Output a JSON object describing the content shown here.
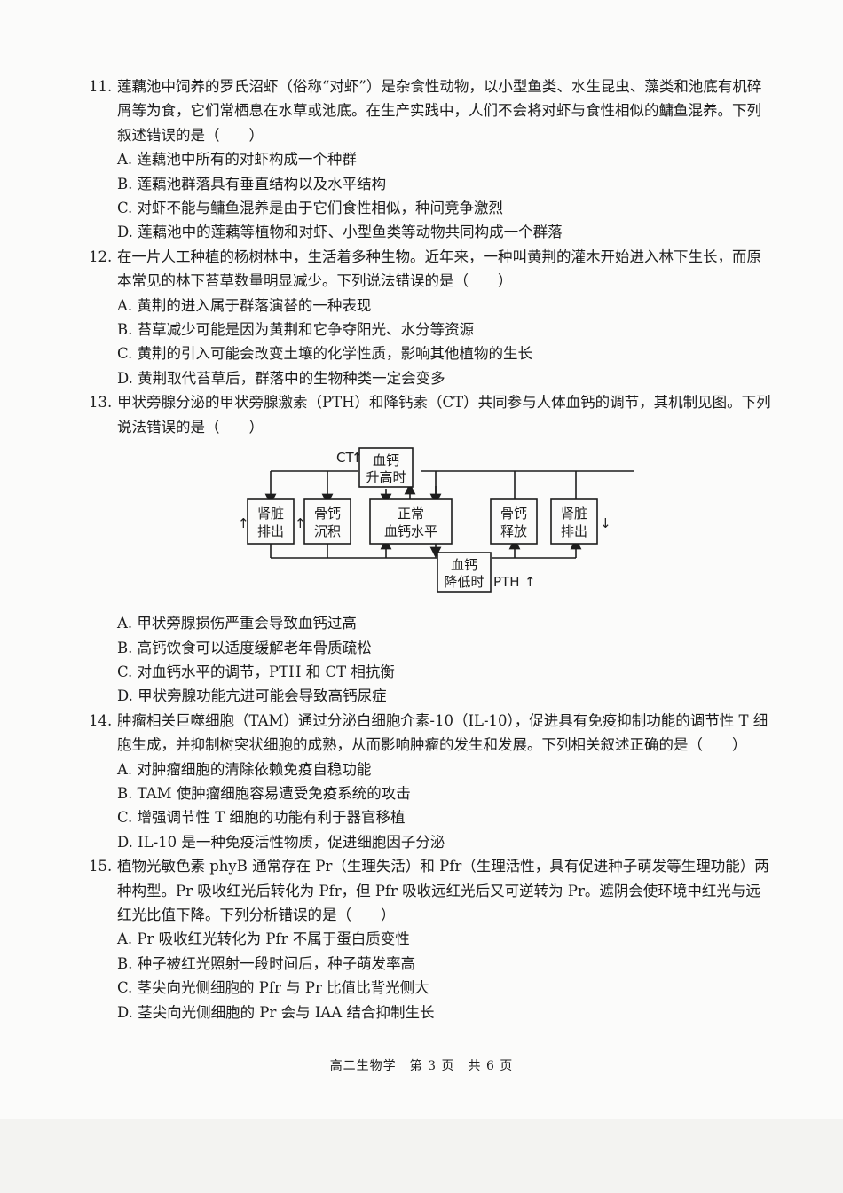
{
  "questions": [
    {
      "num": "11.",
      "stem": "莲藕池中饲养的罗氏沼虾（俗称“对虾”）是杂食性动物，以小型鱼类、水生昆虫、藻类和池底有机碎屑等为食，它们常栖息在水草或池底。在生产实践中，人们不会将对虾与食性相似的鳙鱼混养。下列叙述错误的是（　　）",
      "options": [
        "A. 莲藕池中所有的对虾构成一个种群",
        "B. 莲藕池群落具有垂直结构以及水平结构",
        "C. 对虾不能与鳙鱼混养是由于它们食性相似，种间竞争激烈",
        "D. 莲藕池中的莲藕等植物和对虾、小型鱼类等动物共同构成一个群落"
      ]
    },
    {
      "num": "12.",
      "stem": "在一片人工种植的杨树林中，生活着多种生物。近年来，一种叫黄荆的灌木开始进入林下生长，而原本常见的林下苔草数量明显减少。下列说法错误的是（　　）",
      "options": [
        "A. 黄荆的进入属于群落演替的一种表现",
        "B. 苔草减少可能是因为黄荆和它争夺阳光、水分等资源",
        "C. 黄荆的引入可能会改变土壤的化学性质，影响其他植物的生长",
        "D. 黄荆取代苔草后，群落中的生物种类一定会变多"
      ]
    },
    {
      "num": "13.",
      "stem": "甲状旁腺分泌的甲状旁腺激素（PTH）和降钙素（CT）共同参与人体血钙的调节，其机制见图。下列说法错误的是（　　）",
      "options": [
        "A. 甲状旁腺损伤严重会导致血钙过高",
        "B. 高钙饮食可以适度缓解老年骨质疏松",
        "C. 对血钙水平的调节，PTH 和 CT 相抗衡",
        "D. 甲状旁腺功能亢进可能会导致高钙尿症"
      ]
    },
    {
      "num": "14.",
      "stem": "肿瘤相关巨噬细胞（TAM）通过分泌白细胞介素-10（IL-10），促进具有免疫抑制功能的调节性 T 细胞生成，并抑制树突状细胞的成熟，从而影响肿瘤的发生和发展。下列相关叙述正确的是（　　）",
      "options": [
        "A. 对肿瘤细胞的清除依赖免疫自稳功能",
        "B. TAM 使肿瘤细胞容易遭受免疫系统的攻击",
        "C. 增强调节性 T 细胞的功能有利于器官移植",
        "D. IL-10 是一种免疫活性物质，促进细胞因子分泌"
      ]
    },
    {
      "num": "15.",
      "stem": "植物光敏色素 phyB 通常存在 Pr（生理失活）和 Pfr（生理活性，具有促进种子萌发等生理功能）两种构型。Pr 吸收红光后转化为 Pfr，但 Pfr 吸收远红光后又可逆转为 Pr。遮阴会使环境中红光与远红光比值下降。下列分析错误的是（　　）",
      "options": [
        "A. Pr 吸收红光转化为 Pfr 不属于蛋白质变性",
        "B. 种子被红光照射一段时间后，种子萌发率高",
        "C. 茎尖向光侧细胞的 Pfr 与 Pr 比值比背光侧大",
        "D. 茎尖向光侧细胞的 Pr 会与 IAA 结合抑制生长"
      ]
    }
  ],
  "diagram": {
    "high_ca_l1": "血钙",
    "high_ca_l2": "升高时",
    "low_ca_l1": "血钙",
    "low_ca_l2": "降低时",
    "ct_label": "CT",
    "pth_label": "PTH",
    "up_arrow": "↑",
    "down_arrow": "↓",
    "kidney_left_l1": "肾脏",
    "kidney_left_l2": "排出",
    "bone_deposit_l1": "骨钙",
    "bone_deposit_l2": "沉积",
    "normal_l1": "正常",
    "normal_l2": "血钙水平",
    "bone_release_l1": "骨钙",
    "bone_release_l2": "释放",
    "kidney_right_l1": "肾脏",
    "kidney_right_l2": "排出"
  },
  "footer": "高二生物学　第 3 页　共 6 页"
}
